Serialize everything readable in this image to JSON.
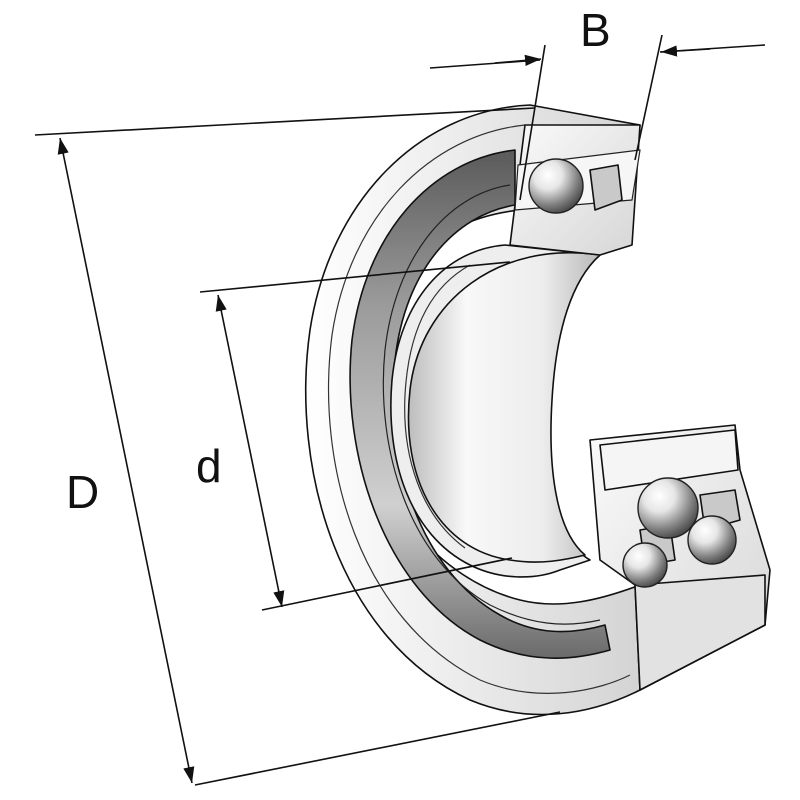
{
  "dimensions": {
    "B": "B",
    "D": "D",
    "d": "d"
  },
  "colors": {
    "line": "#111111",
    "metal_light": "#f4f4f4",
    "metal_mid": "#d8d8d8",
    "metal_dark": "#8a8a8a",
    "shield_dark": "#3a3a3a"
  },
  "icons": [
    "ball-bearing-drawing",
    "rolling-ball-icon",
    "dimension-arrow-icon"
  ]
}
